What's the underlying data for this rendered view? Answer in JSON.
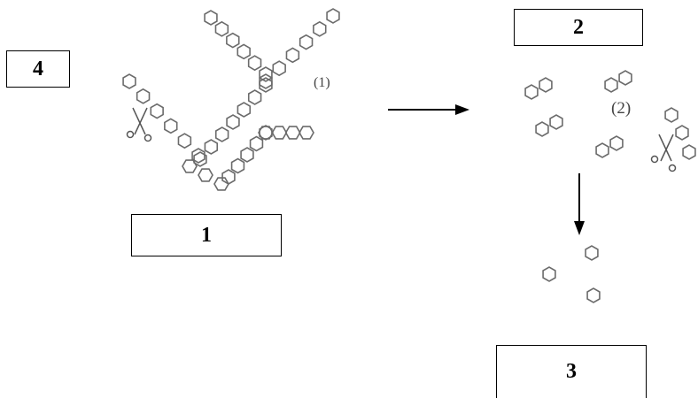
{
  "boxes": {
    "box_4": "4",
    "box_2": "2",
    "box_1": "1",
    "box_3": "3"
  },
  "labels": {
    "site_1": "(1)",
    "site_2": "(2)"
  },
  "colors": {
    "ring_stroke": "#6b6b6b",
    "arrow": "#000000"
  },
  "icons": [
    "scissors-icon",
    "scissors-icon"
  ]
}
